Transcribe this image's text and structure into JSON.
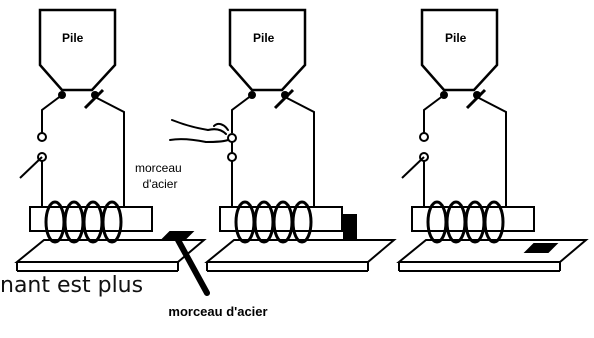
{
  "panels": [
    {
      "battery_label": "Pile"
    },
    {
      "battery_label": "Pile"
    },
    {
      "battery_label": "Pile"
    }
  ],
  "labels": {
    "steel_piece_middle": [
      "morceau",
      "d'acier"
    ],
    "steel_piece_bottom": "morceau d'acier",
    "truncated_caption": "nant est plus"
  }
}
